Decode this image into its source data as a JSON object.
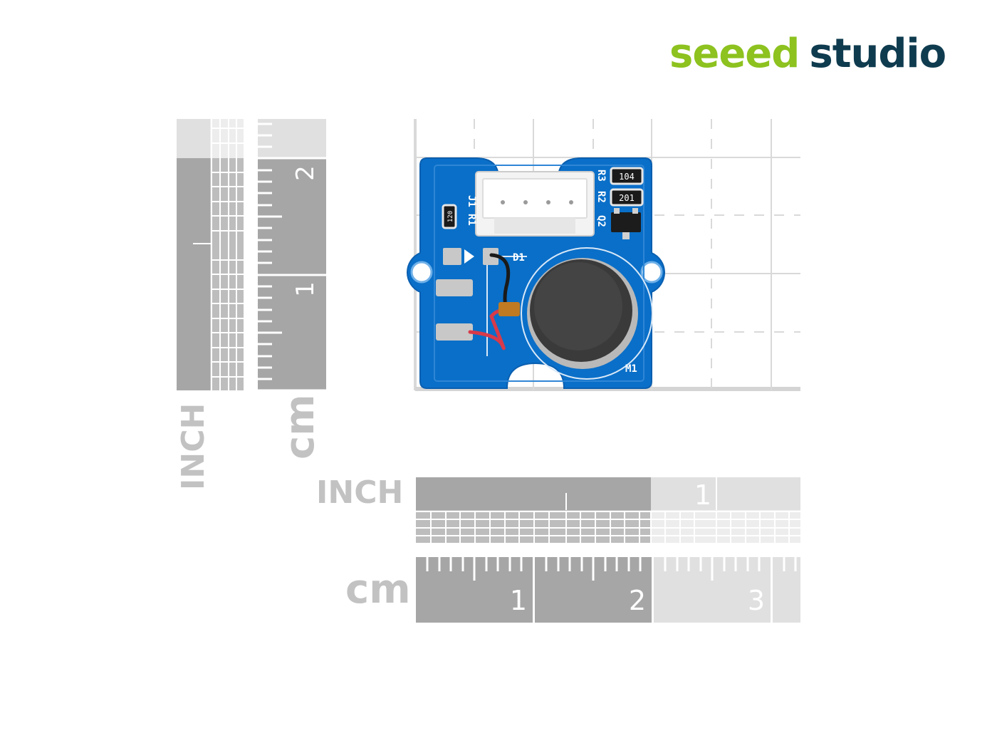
{
  "logo": {
    "word1": "seeed",
    "word2": "studio"
  },
  "rulers": {
    "inch_label": "INCH",
    "cm_label": "cm",
    "inch_numbers": [
      "1"
    ],
    "cm_numbers": [
      "1",
      "2",
      "3"
    ],
    "vertical_cm_numbers": [
      "1",
      "2"
    ]
  },
  "board": {
    "silkscreen": [
      "J1",
      "R1",
      "R3",
      "R2",
      "Q2",
      "D1",
      "M1"
    ],
    "resistor_codes": [
      "104",
      "201",
      "120"
    ]
  },
  "colors": {
    "board_blue": "#0a6fc8",
    "ruler_dark": "#a6a6a6",
    "ruler_light": "#e0e0e0",
    "seeed_green": "#8dc21f",
    "studio_navy": "#0f3b4f"
  }
}
